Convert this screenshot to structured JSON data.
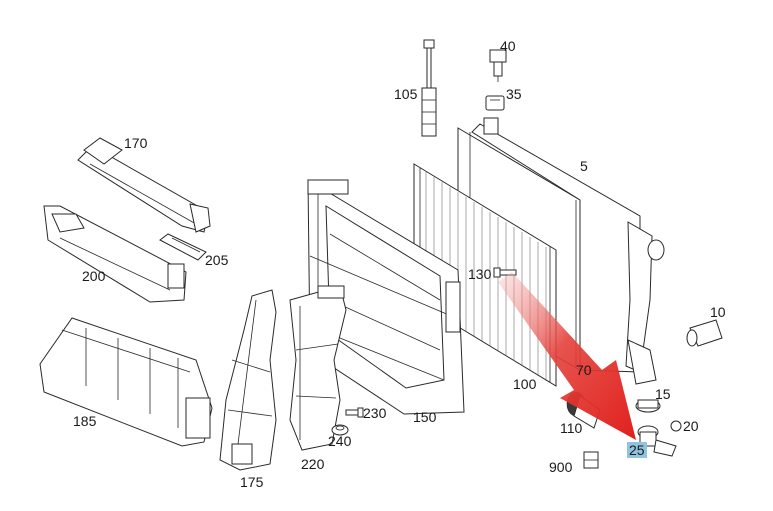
{
  "diagram": {
    "parts": [
      {
        "id": "p40",
        "label": "40"
      },
      {
        "id": "p35",
        "label": "35"
      },
      {
        "id": "p105",
        "label": "105"
      },
      {
        "id": "p5",
        "label": "5"
      },
      {
        "id": "p170",
        "label": "170"
      },
      {
        "id": "p205",
        "label": "205"
      },
      {
        "id": "p200",
        "label": "200"
      },
      {
        "id": "p130",
        "label": "130"
      },
      {
        "id": "p10",
        "label": "10"
      },
      {
        "id": "p70",
        "label": "70"
      },
      {
        "id": "p100",
        "label": "100"
      },
      {
        "id": "p15",
        "label": "15"
      },
      {
        "id": "p185",
        "label": "185"
      },
      {
        "id": "p230",
        "label": "230"
      },
      {
        "id": "p150",
        "label": "150"
      },
      {
        "id": "p110",
        "label": "110"
      },
      {
        "id": "p20",
        "label": "20"
      },
      {
        "id": "p240",
        "label": "240"
      },
      {
        "id": "p25",
        "label": "25",
        "highlighted": true
      },
      {
        "id": "p900",
        "label": "900"
      },
      {
        "id": "p220",
        "label": "220"
      },
      {
        "id": "p175",
        "label": "175"
      }
    ],
    "arrow": {
      "from": "130",
      "to": "25",
      "color": "#e0201c"
    },
    "highlight_color": "#8fc3e0"
  }
}
